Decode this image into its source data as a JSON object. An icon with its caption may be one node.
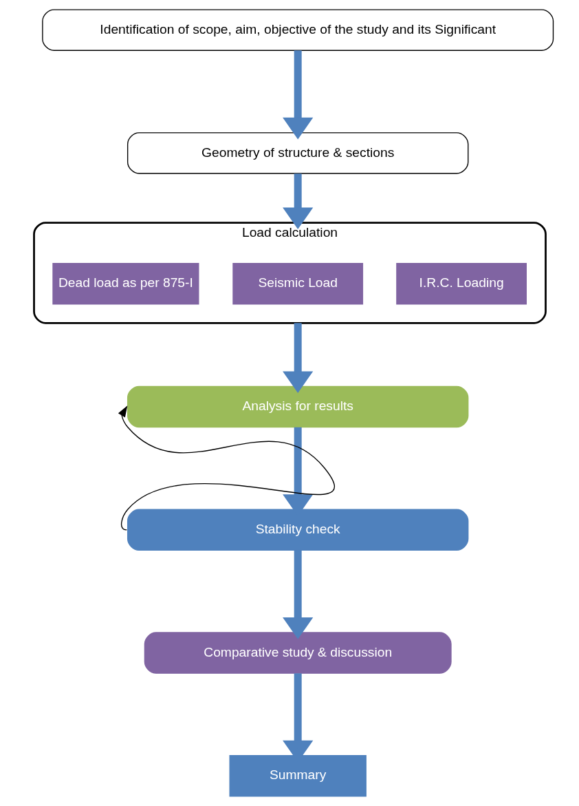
{
  "diagram": {
    "nodes": [
      {
        "text": [
          "Identification of scope, aim, objective of the study and its Significant"
        ]
      },
      {
        "text": [
          "Geometry of structure & sections"
        ]
      },
      {
        "text": [
          "Load calculation"
        ]
      },
      {
        "text": [
          "Dead load as per 875-I"
        ],
        "in": 2
      },
      {
        "text": [
          "Seismic Load"
        ],
        "in": 2
      },
      {
        "text": [
          "I.R.C. Loading"
        ],
        "in": 2
      },
      {
        "text": [
          "Analysis for results"
        ]
      },
      {
        "text": [
          "Stability check"
        ]
      },
      {
        "text": [
          "Comparative study & discussion"
        ]
      },
      {
        "text": [
          "Summary"
        ]
      }
    ],
    "edges": [
      {
        "from": 0,
        "to": 1,
        "arrow": "to"
      },
      {
        "from": 1,
        "to": 2,
        "arrow": "to"
      },
      {
        "from": 2,
        "to": 6,
        "arrow": "to"
      },
      {
        "from": 6,
        "to": 7,
        "arrow": "to"
      },
      {
        "from": 7,
        "to": 8,
        "arrow": "to"
      },
      {
        "from": 8,
        "to": 9,
        "arrow": "to"
      },
      {
        "from": 7,
        "to": 6,
        "arrow": "to",
        "color": "#000000"
      }
    ]
  }
}
